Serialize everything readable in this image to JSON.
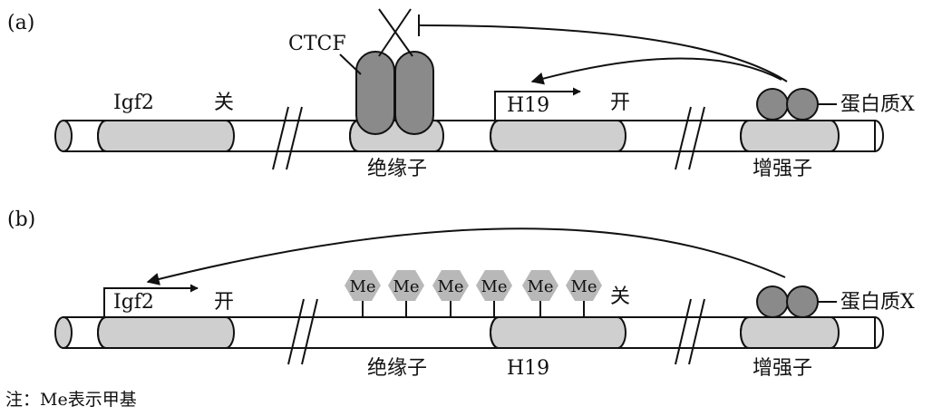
{
  "panel_a": {
    "tag": "(a)",
    "igf2": "Igf2",
    "igf2_state": "关",
    "ctcf": "CTCF",
    "insulator": "绝缘子",
    "h19": "H19",
    "h19_state": "开",
    "protein": "蛋白质X",
    "enhancer": "增强子"
  },
  "panel_b": {
    "tag": "(b)",
    "igf2": "Igf2",
    "igf2_state": "开",
    "methyl": [
      "Me",
      "Me",
      "Me",
      "Me",
      "Me",
      "Me"
    ],
    "h19_state": "关",
    "insulator": "绝缘子",
    "h19": "H19",
    "protein": "蛋白质X",
    "enhancer": "增强子"
  },
  "note": "注：Me表示甲基",
  "colors": {
    "gene_fill": "#cfcfcf",
    "protein_fill": "#8a8a8a",
    "methyl_fill": "#b8b8b8"
  }
}
